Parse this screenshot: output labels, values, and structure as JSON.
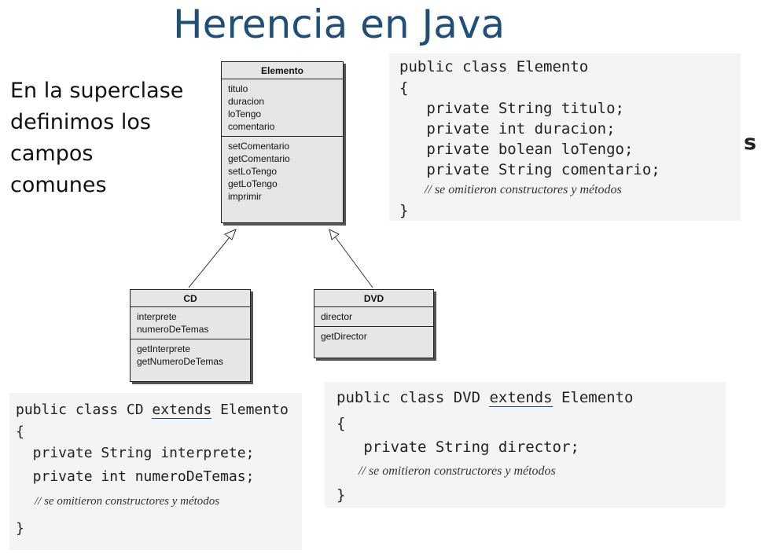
{
  "title": "Herencia en Java",
  "side_text": [
    "En la superclase",
    "definimos los",
    "campos",
    "comunes"
  ],
  "cut_letter": "s",
  "uml": {
    "elemento": {
      "name": "Elemento",
      "fields": [
        "titulo",
        "duracion",
        "loTengo",
        "comentario"
      ],
      "methods": [
        "setComentario",
        "getComentario",
        "setLoTengo",
        "getLoTengo",
        "imprimir"
      ]
    },
    "cd": {
      "name": "CD",
      "fields": [
        "interprete",
        "numeroDeTemas"
      ],
      "methods": [
        "getInterprete",
        "getNumeroDeTemas"
      ]
    },
    "dvd": {
      "name": "DVD",
      "fields": [
        "director"
      ],
      "methods": [
        "getDirector"
      ]
    }
  },
  "code": {
    "elemento": {
      "lines": [
        "public class Elemento",
        "{",
        "   private String titulo;",
        "   private int duracion;",
        "   private bolean loTengo;",
        "   private String comentario;"
      ],
      "comment": "// se omitieron constructores y métodos",
      "close": "}"
    },
    "cd": {
      "line1_pre": "public class CD ",
      "line1_kw": "extends",
      "line1_post": " Elemento",
      "lines": [
        "{",
        "  private String interprete;",
        "  private int numeroDeTemas;"
      ],
      "comment": "// se omitieron constructores y métodos",
      "close": "}"
    },
    "dvd": {
      "line1_pre": "public class DVD ",
      "line1_kw": "extends",
      "line1_post": " Elemento",
      "lines": [
        "{",
        "   private String director;"
      ],
      "comment": "// se omitieron constructores y métodos",
      "close": "}"
    }
  }
}
